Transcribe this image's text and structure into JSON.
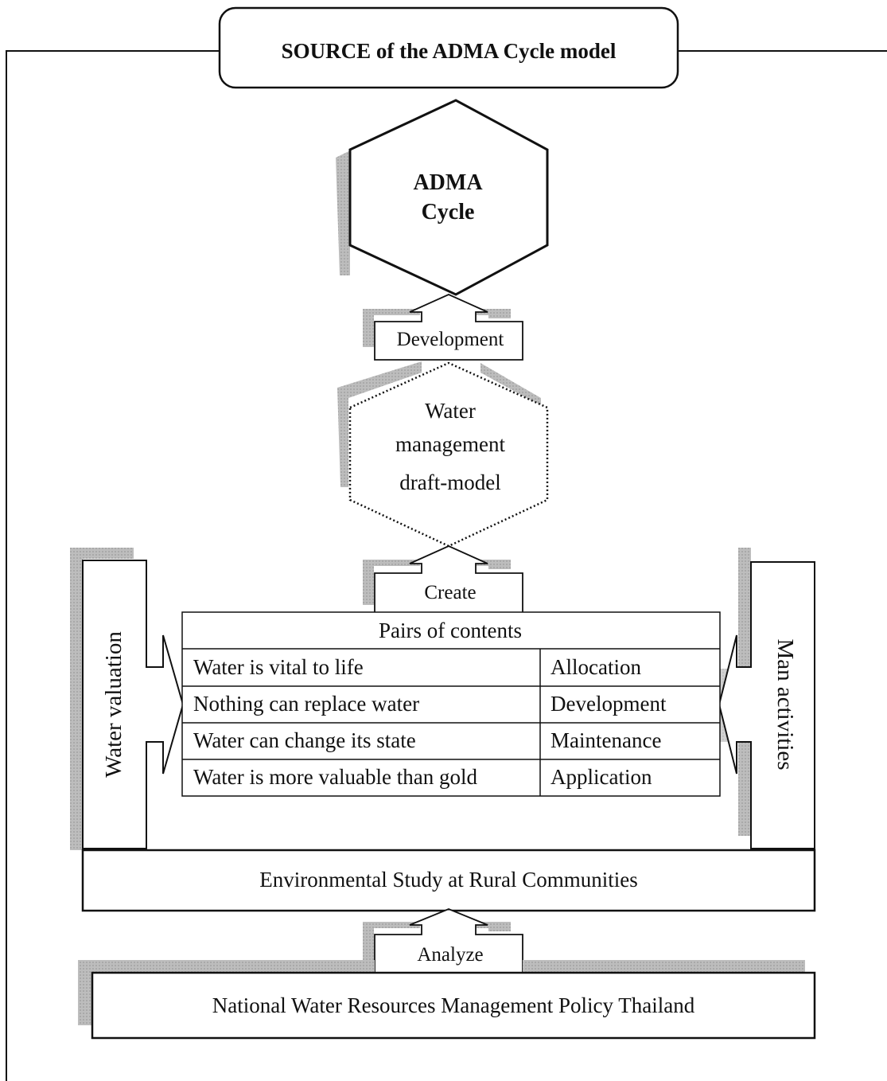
{
  "title": "SOURCE of the ADMA Cycle model",
  "hexagon": {
    "line1": "ADMA",
    "line2": "Cycle"
  },
  "arrows": {
    "development": "Development",
    "create": "Create",
    "analyze": "Analyze"
  },
  "draft_model": {
    "line1": "Water",
    "line2": "management",
    "line3": "draft-model"
  },
  "side_labels": {
    "left": "Water valuation",
    "right": "Man activities"
  },
  "table": {
    "header": "Pairs of contents",
    "rows": [
      {
        "content": "Water is vital to life",
        "pair": "Allocation"
      },
      {
        "content": "Nothing can replace water",
        "pair": "Development"
      },
      {
        "content": "Water can change its state",
        "pair": "Maintenance"
      },
      {
        "content": "Water is more valuable than gold",
        "pair": "Application"
      }
    ]
  },
  "environmental_study": "Environmental Study at Rural Communities",
  "policy": "National Water Resources Management Policy Thailand"
}
